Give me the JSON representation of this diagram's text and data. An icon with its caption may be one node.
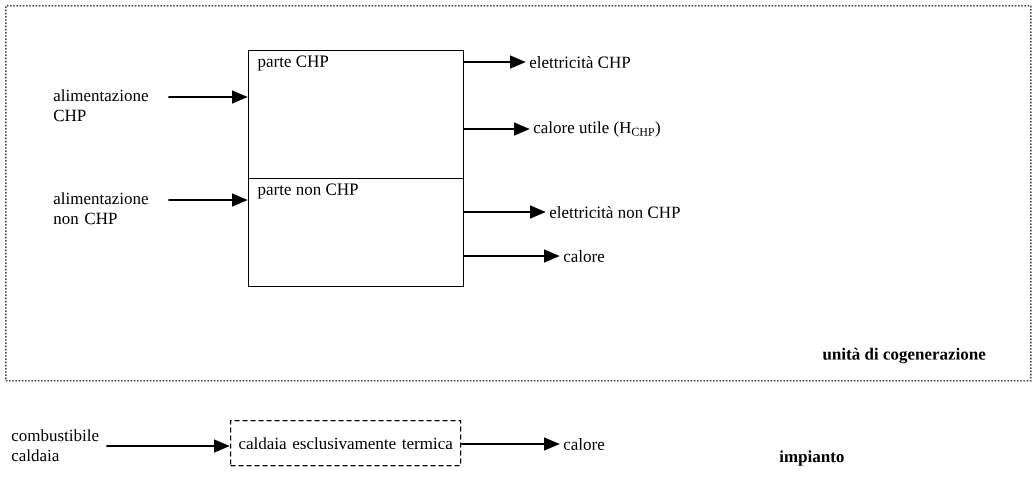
{
  "diagram": {
    "nodes": [
      {
        "text": [
          "unità di cogenerazione"
        ]
      },
      {
        "text": [
          "parte CHP"
        ],
        "in": 0
      },
      {
        "text": [
          "parte non CHP"
        ],
        "in": 0
      },
      {
        "text": [
          "alimentazione CHP"
        ],
        "in": 0
      },
      {
        "text": [
          "alimentazione non CHP"
        ],
        "in": 0
      },
      {
        "text": [
          "elettricità CHP"
        ],
        "in": 0
      },
      {
        "text": [
          "calore utile (H$_{CHP}$)"
        ],
        "in": 0
      },
      {
        "text": [
          "elettricità non CHP"
        ],
        "in": 0
      },
      {
        "text": [
          "calore"
        ],
        "in": 0
      },
      {
        "text": [
          "combustibile caldaia"
        ]
      },
      {
        "text": [
          "caldaia esclusivamente termica"
        ]
      },
      {
        "text": [
          "calore"
        ]
      }
    ],
    "edges": [
      {
        "from": 3,
        "to": 1,
        "arrow": "to"
      },
      {
        "from": 4,
        "to": 2,
        "arrow": "to"
      },
      {
        "from": 1,
        "to": 5,
        "arrow": "to"
      },
      {
        "from": 1,
        "to": 6,
        "arrow": "to"
      },
      {
        "from": 2,
        "to": 7,
        "arrow": "to"
      },
      {
        "from": 2,
        "to": 8,
        "arrow": "to"
      },
      {
        "from": 9,
        "to": 10,
        "arrow": "to"
      },
      {
        "from": 10,
        "to": 11,
        "arrow": "to"
      }
    ],
    "labels": [
      "impianto"
    ]
  }
}
